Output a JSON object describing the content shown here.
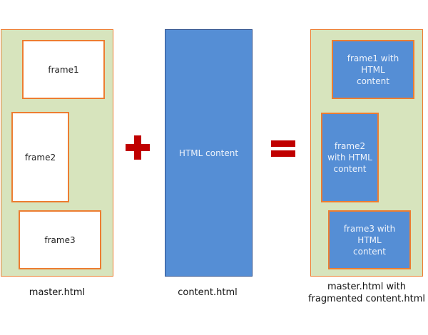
{
  "master": {
    "caption": "master.html",
    "frames": [
      "frame1",
      "frame2",
      "frame3"
    ]
  },
  "content": {
    "caption": "content.html",
    "label": "HTML content"
  },
  "result": {
    "caption_line1": "master.html with",
    "caption_line2": "fragmented content.html",
    "frames": [
      "frame1 with HTML content",
      "frame2 with HTML content",
      "frame3 with HTML content"
    ]
  },
  "operators": {
    "plus": "+",
    "equals": "="
  },
  "colors": {
    "panel": "#d7e4bd",
    "border": "#ed7d31",
    "blue": "#558ed5",
    "operator": "#c00000"
  }
}
